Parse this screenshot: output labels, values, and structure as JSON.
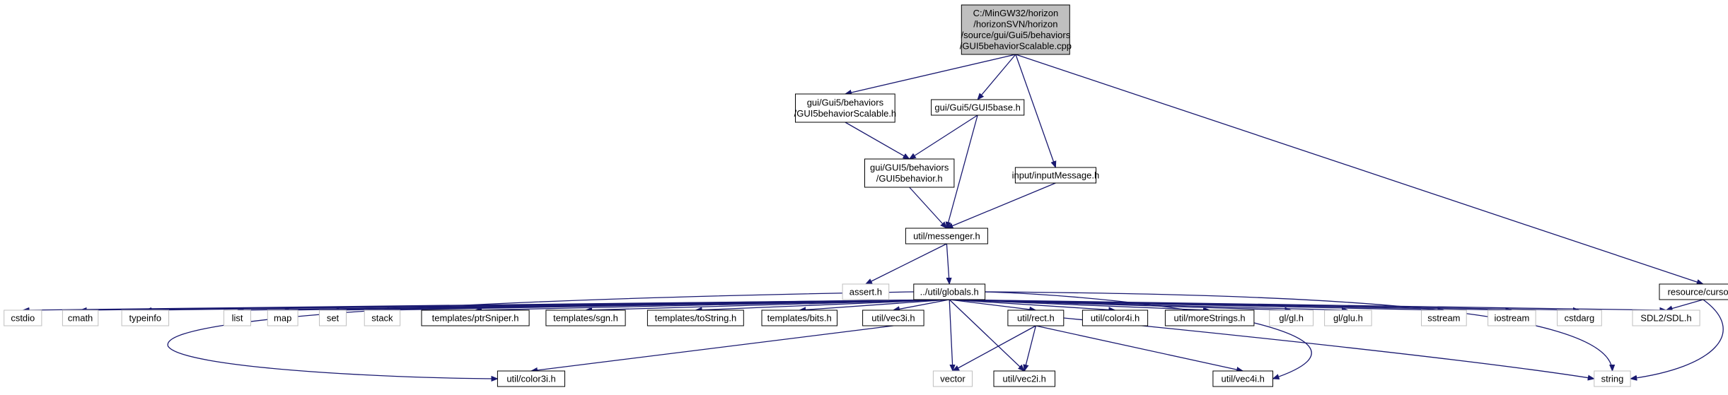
{
  "colors": {
    "edge": "#191970",
    "root_fill": "#bfbfbf",
    "node_border": "#000000",
    "missing_border": "#bfbfbf",
    "text": "#000000"
  },
  "nodes": [
    {
      "id": "root",
      "lines": [
        "C:/MinGW32/horizon",
        "/horizonSVN/horizon",
        "/source/gui/Gui5/behaviors",
        "/GUI5behaviorScalable.cpp"
      ],
      "kind": "root"
    },
    {
      "id": "scalable_h",
      "lines": [
        "gui/Gui5/behaviors",
        "/GUI5behaviorScalable.h"
      ],
      "kind": "file"
    },
    {
      "id": "gui5base_h",
      "lines": [
        "gui/Gui5/GUI5base.h"
      ],
      "kind": "file"
    },
    {
      "id": "behavior_h",
      "lines": [
        "gui/GUI5/behaviors",
        "/GUI5behavior.h"
      ],
      "kind": "file"
    },
    {
      "id": "inputmessage_h",
      "lines": [
        "input/inputMessage.h"
      ],
      "kind": "file"
    },
    {
      "id": "messenger_h",
      "lines": [
        "util/messenger.h"
      ],
      "kind": "file"
    },
    {
      "id": "assert_h",
      "lines": [
        "assert.h"
      ],
      "kind": "missing"
    },
    {
      "id": "globals_h",
      "lines": [
        "../util/globals.h"
      ],
      "kind": "file"
    },
    {
      "id": "cursor_h",
      "lines": [
        "resource/cursor.h"
      ],
      "kind": "file"
    },
    {
      "id": "cstdio",
      "lines": [
        "cstdio"
      ],
      "kind": "missing"
    },
    {
      "id": "cmath",
      "lines": [
        "cmath"
      ],
      "kind": "missing"
    },
    {
      "id": "typeinfo",
      "lines": [
        "typeinfo"
      ],
      "kind": "missing"
    },
    {
      "id": "list",
      "lines": [
        "list"
      ],
      "kind": "missing"
    },
    {
      "id": "map",
      "lines": [
        "map"
      ],
      "kind": "missing"
    },
    {
      "id": "set",
      "lines": [
        "set"
      ],
      "kind": "missing"
    },
    {
      "id": "stack",
      "lines": [
        "stack"
      ],
      "kind": "missing"
    },
    {
      "id": "ptrsniper_h",
      "lines": [
        "templates/ptrSniper.h"
      ],
      "kind": "file"
    },
    {
      "id": "sgn_h",
      "lines": [
        "templates/sgn.h"
      ],
      "kind": "file"
    },
    {
      "id": "tostring_h",
      "lines": [
        "templates/toString.h"
      ],
      "kind": "file"
    },
    {
      "id": "bits_h",
      "lines": [
        "templates/bits.h"
      ],
      "kind": "file"
    },
    {
      "id": "vec3i_h",
      "lines": [
        "util/vec3i.h"
      ],
      "kind": "file"
    },
    {
      "id": "rect_h",
      "lines": [
        "util/rect.h"
      ],
      "kind": "file"
    },
    {
      "id": "color4i_h",
      "lines": [
        "util/color4i.h"
      ],
      "kind": "file"
    },
    {
      "id": "morestrings_h",
      "lines": [
        "util/moreStrings.h"
      ],
      "kind": "file"
    },
    {
      "id": "gl_h",
      "lines": [
        "gl/gl.h"
      ],
      "kind": "missing"
    },
    {
      "id": "glu_h",
      "lines": [
        "gl/glu.h"
      ],
      "kind": "missing"
    },
    {
      "id": "sstream",
      "lines": [
        "sstream"
      ],
      "kind": "missing"
    },
    {
      "id": "iostream",
      "lines": [
        "iostream"
      ],
      "kind": "missing"
    },
    {
      "id": "cstdarg",
      "lines": [
        "cstdarg"
      ],
      "kind": "missing"
    },
    {
      "id": "sdl_h",
      "lines": [
        "SDL2/SDL.h"
      ],
      "kind": "missing"
    },
    {
      "id": "color3i_h",
      "lines": [
        "util/color3i.h"
      ],
      "kind": "file"
    },
    {
      "id": "vector",
      "lines": [
        "vector"
      ],
      "kind": "missing"
    },
    {
      "id": "vec2i_h",
      "lines": [
        "util/vec2i.h"
      ],
      "kind": "file"
    },
    {
      "id": "vec4i_h",
      "lines": [
        "util/vec4i.h"
      ],
      "kind": "file"
    },
    {
      "id": "string",
      "lines": [
        "string"
      ],
      "kind": "missing"
    }
  ],
  "edges": [
    {
      "from": "root",
      "to": "scalable_h"
    },
    {
      "from": "root",
      "to": "gui5base_h"
    },
    {
      "from": "root",
      "to": "inputmessage_h"
    },
    {
      "from": "root",
      "to": "cursor_h"
    },
    {
      "from": "scalable_h",
      "to": "behavior_h"
    },
    {
      "from": "gui5base_h",
      "to": "behavior_h"
    },
    {
      "from": "gui5base_h",
      "to": "messenger_h"
    },
    {
      "from": "behavior_h",
      "to": "messenger_h"
    },
    {
      "from": "inputmessage_h",
      "to": "messenger_h"
    },
    {
      "from": "messenger_h",
      "to": "assert_h"
    },
    {
      "from": "messenger_h",
      "to": "globals_h"
    },
    {
      "from": "globals_h",
      "to": "cstdio"
    },
    {
      "from": "globals_h",
      "to": "cmath"
    },
    {
      "from": "globals_h",
      "to": "typeinfo"
    },
    {
      "from": "globals_h",
      "to": "list"
    },
    {
      "from": "globals_h",
      "to": "map"
    },
    {
      "from": "globals_h",
      "to": "set"
    },
    {
      "from": "globals_h",
      "to": "stack"
    },
    {
      "from": "globals_h",
      "to": "ptrsniper_h"
    },
    {
      "from": "globals_h",
      "to": "sgn_h"
    },
    {
      "from": "globals_h",
      "to": "tostring_h"
    },
    {
      "from": "globals_h",
      "to": "bits_h"
    },
    {
      "from": "globals_h",
      "to": "vec3i_h"
    },
    {
      "from": "globals_h",
      "to": "rect_h"
    },
    {
      "from": "globals_h",
      "to": "color4i_h"
    },
    {
      "from": "globals_h",
      "to": "morestrings_h"
    },
    {
      "from": "globals_h",
      "to": "gl_h"
    },
    {
      "from": "globals_h",
      "to": "glu_h"
    },
    {
      "from": "globals_h",
      "to": "sstream"
    },
    {
      "from": "globals_h",
      "to": "iostream"
    },
    {
      "from": "globals_h",
      "to": "cstdarg"
    },
    {
      "from": "globals_h",
      "to": "sdl_h"
    },
    {
      "from": "globals_h",
      "to": "color3i_h"
    },
    {
      "from": "globals_h",
      "to": "vector"
    },
    {
      "from": "globals_h",
      "to": "vec2i_h"
    },
    {
      "from": "globals_h",
      "to": "vec4i_h"
    },
    {
      "from": "globals_h",
      "to": "string"
    },
    {
      "from": "cursor_h",
      "to": "sdl_h"
    },
    {
      "from": "cursor_h",
      "to": "string"
    },
    {
      "from": "vec3i_h",
      "to": "color3i_h"
    },
    {
      "from": "rect_h",
      "to": "vector"
    },
    {
      "from": "rect_h",
      "to": "vec2i_h"
    },
    {
      "from": "rect_h",
      "to": "vec4i_h"
    },
    {
      "from": "rect_h",
      "to": "string"
    }
  ]
}
